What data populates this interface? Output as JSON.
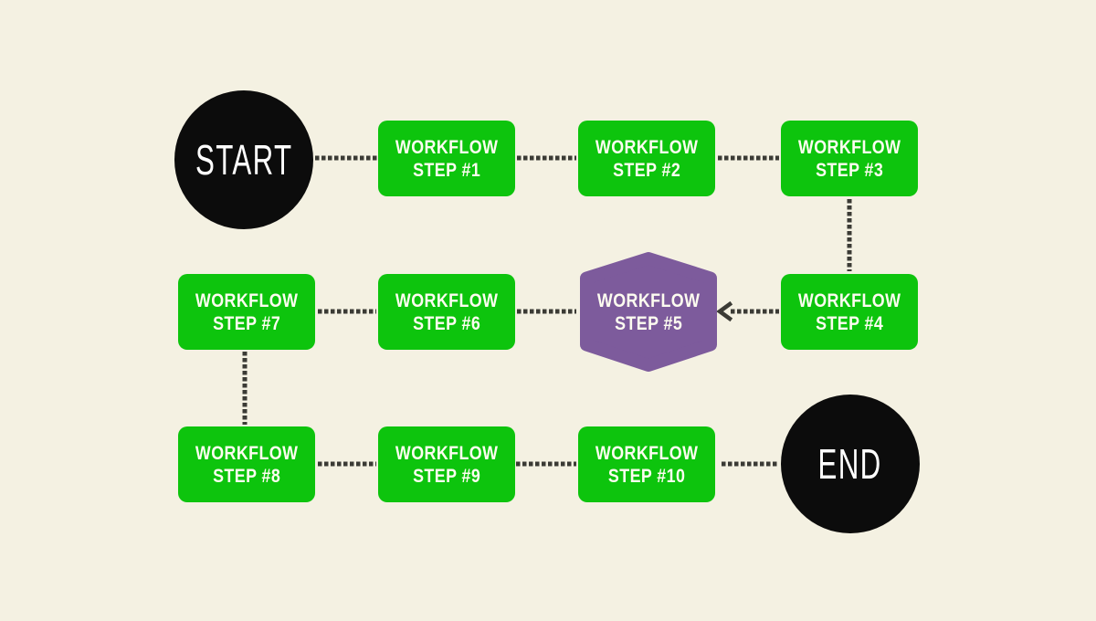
{
  "colors": {
    "bg": "#f4f1e2",
    "green": "#0dc40d",
    "purple": "#7d5b9c",
    "terminal": "#0c0c0c",
    "dot": "#3b3b35",
    "text_light": "#fdfcf0"
  },
  "terminals": {
    "start": "START",
    "end": "END"
  },
  "steps": [
    {
      "id": 1,
      "line1": "WORKFLOW",
      "line2": "STEP #1",
      "shape": "rect",
      "color": "green"
    },
    {
      "id": 2,
      "line1": "WORKFLOW",
      "line2": "STEP #2",
      "shape": "rect",
      "color": "green"
    },
    {
      "id": 3,
      "line1": "WORKFLOW",
      "line2": "STEP #3",
      "shape": "rect",
      "color": "green"
    },
    {
      "id": 4,
      "line1": "WORKFLOW",
      "line2": "STEP #4",
      "shape": "rect",
      "color": "green"
    },
    {
      "id": 5,
      "line1": "WORKFLOW",
      "line2": "STEP #5",
      "shape": "hexagon",
      "color": "purple"
    },
    {
      "id": 6,
      "line1": "WORKFLOW",
      "line2": "STEP #6",
      "shape": "rect",
      "color": "green"
    },
    {
      "id": 7,
      "line1": "WORKFLOW",
      "line2": "STEP #7",
      "shape": "rect",
      "color": "green"
    },
    {
      "id": 8,
      "line1": "WORKFLOW",
      "line2": "STEP #8",
      "shape": "rect",
      "color": "green"
    },
    {
      "id": 9,
      "line1": "WORKFLOW",
      "line2": "STEP #9",
      "shape": "rect",
      "color": "green"
    },
    {
      "id": 10,
      "line1": "WORKFLOW",
      "line2": "STEP #10",
      "shape": "rect",
      "color": "green"
    }
  ],
  "edges": [
    {
      "from": "start",
      "to": "step1",
      "style": "dotted",
      "arrow": false
    },
    {
      "from": "step1",
      "to": "step2",
      "style": "dotted",
      "arrow": false
    },
    {
      "from": "step2",
      "to": "step3",
      "style": "dotted",
      "arrow": false
    },
    {
      "from": "step3",
      "to": "step4",
      "style": "dotted",
      "arrow": false
    },
    {
      "from": "step4",
      "to": "step5",
      "style": "dotted",
      "arrow": true
    },
    {
      "from": "step5",
      "to": "step6",
      "style": "dotted",
      "arrow": false
    },
    {
      "from": "step6",
      "to": "step7",
      "style": "dotted",
      "arrow": false
    },
    {
      "from": "step7",
      "to": "step8",
      "style": "dotted",
      "arrow": false
    },
    {
      "from": "step8",
      "to": "step9",
      "style": "dotted",
      "arrow": false
    },
    {
      "from": "step9",
      "to": "step10",
      "style": "dotted",
      "arrow": false
    },
    {
      "from": "step10",
      "to": "end",
      "style": "dotted",
      "arrow": false
    }
  ]
}
